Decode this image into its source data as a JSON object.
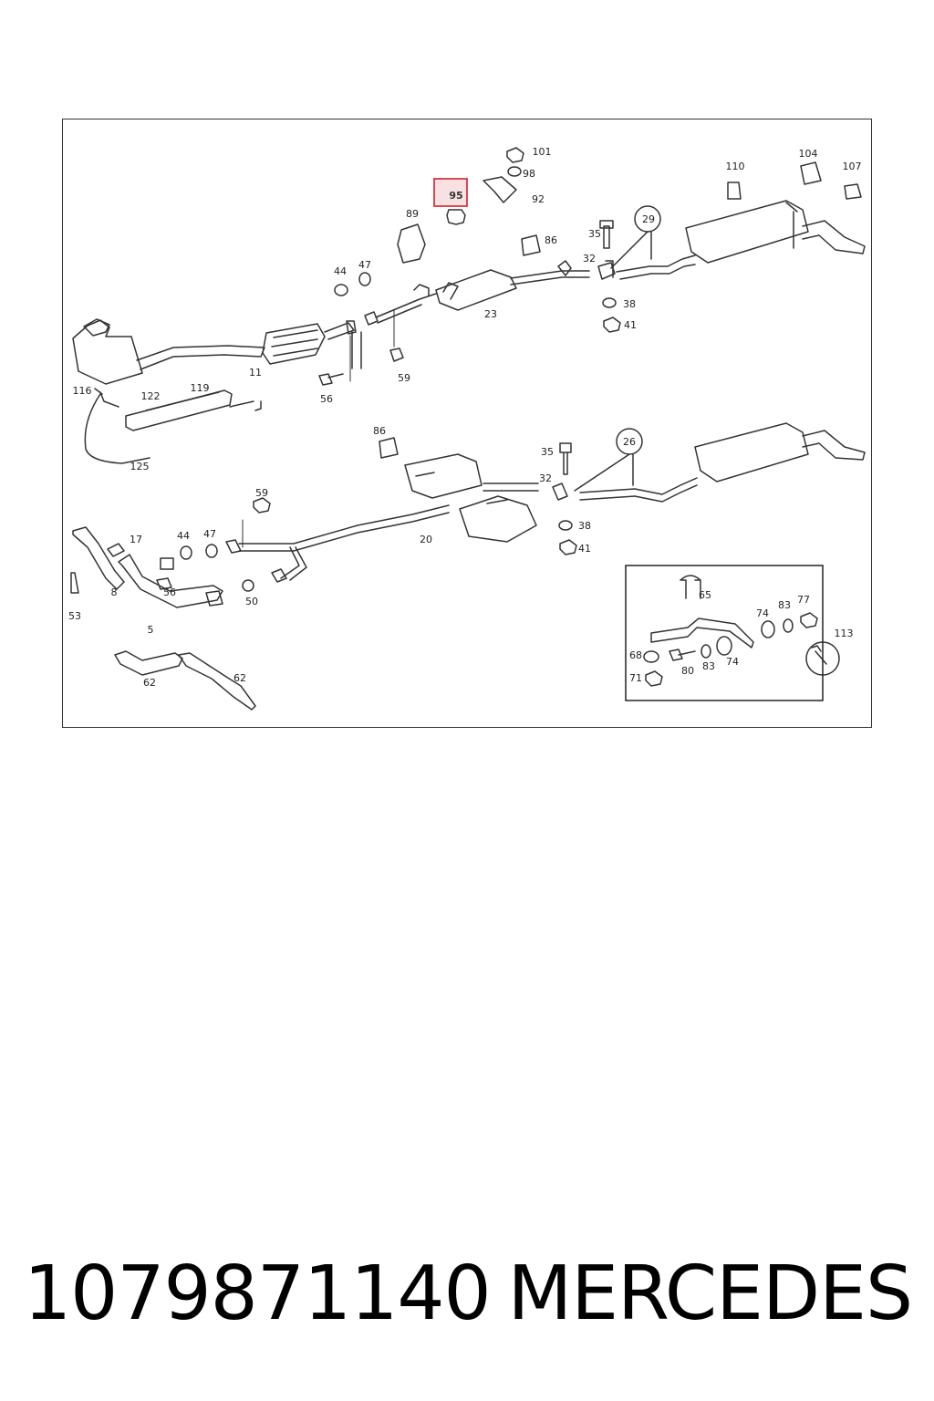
{
  "diagram": {
    "highlighted_part": "95",
    "highlight_color": "#d9363e",
    "highlight_fill": "#f7e1e3",
    "labels": [
      "101",
      "98",
      "92",
      "95",
      "89",
      "86",
      "110",
      "104",
      "107",
      "35",
      "29",
      "32",
      "38",
      "41",
      "44",
      "47",
      "23",
      "11",
      "59",
      "56",
      "116",
      "122",
      "119",
      "125",
      "86",
      "35",
      "26",
      "32",
      "38",
      "41",
      "59",
      "44",
      "47",
      "17",
      "20",
      "8",
      "56",
      "50",
      "53",
      "5",
      "62",
      "62",
      "65",
      "74",
      "83",
      "77",
      "113",
      "68",
      "80",
      "83",
      "74",
      "71"
    ]
  },
  "caption": {
    "part_number": "1079871140",
    "brand": "MERCEDES"
  }
}
